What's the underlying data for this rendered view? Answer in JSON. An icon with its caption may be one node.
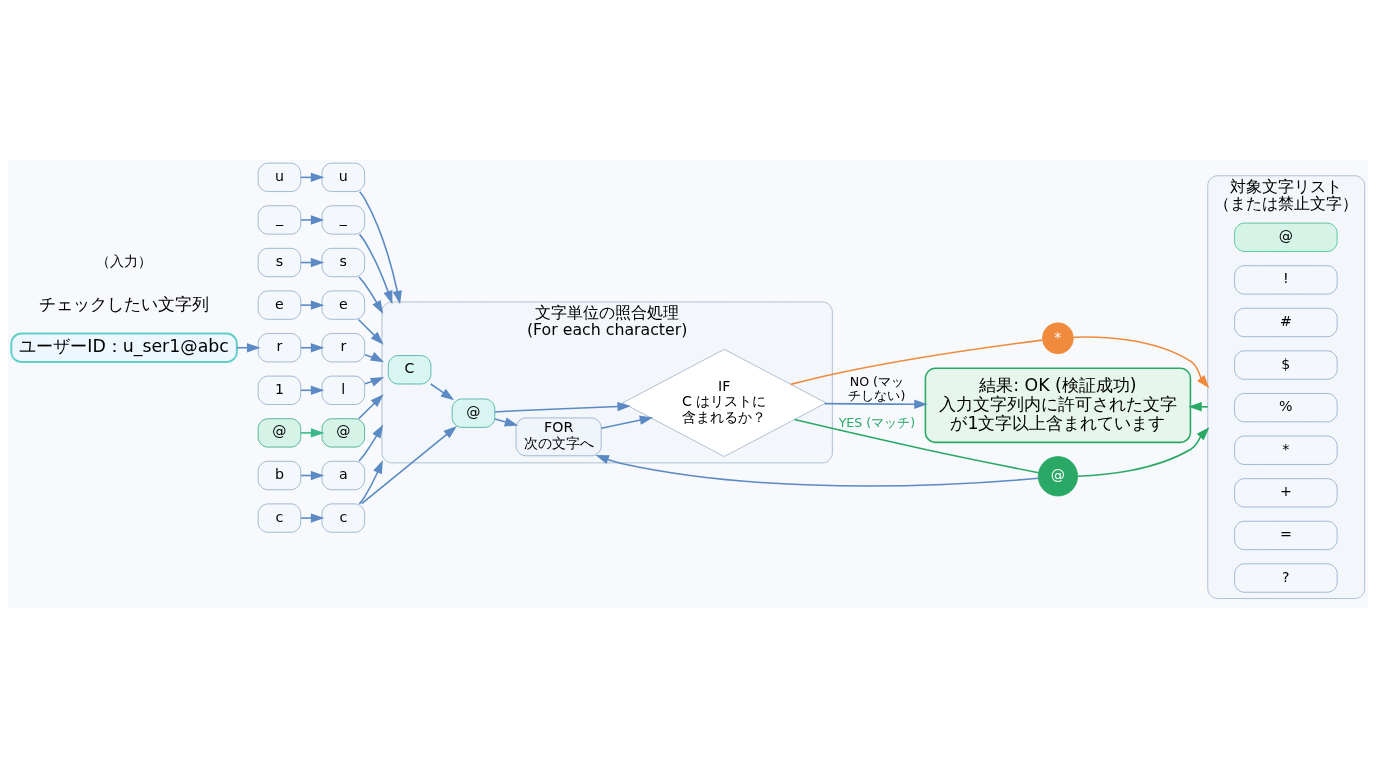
{
  "diagram": {
    "nodes": [
      {
        "text": [
          "ユーザーID：u_ser1@abc"
        ]
      },
      {
        "text": [
          "u"
        ]
      },
      {
        "text": [
          "_"
        ]
      },
      {
        "text": [
          "s"
        ]
      },
      {
        "text": [
          "e"
        ]
      },
      {
        "text": [
          "r"
        ]
      },
      {
        "text": [
          "1"
        ]
      },
      {
        "text": [
          "@"
        ]
      },
      {
        "text": [
          "b"
        ]
      },
      {
        "text": [
          "c"
        ]
      },
      {
        "text": [
          "u"
        ]
      },
      {
        "text": [
          "_"
        ]
      },
      {
        "text": [
          "s"
        ]
      },
      {
        "text": [
          "e"
        ]
      },
      {
        "text": [
          "r"
        ]
      },
      {
        "text": [
          "l"
        ]
      },
      {
        "text": [
          "@"
        ]
      },
      {
        "text": [
          "a"
        ]
      },
      {
        "text": [
          "c"
        ]
      },
      {
        "text": [
          "文字単位の照合処理",
          "(For each character)"
        ]
      },
      {
        "text": [
          "FOR",
          "次の文字へ"
        ],
        "in": 19
      },
      {
        "text": [
          "@"
        ],
        "in": 19
      },
      {
        "text": [
          "C"
        ],
        "in": 19
      },
      {
        "text": [
          "IF",
          "C はリストに含まれるか？"
        ],
        "in": 19
      },
      {
        "text": [
          "@"
        ]
      },
      {
        "text": [
          "*"
        ]
      },
      {
        "text": [
          "対象文字リスト",
          "（または禁止文字）"
        ]
      },
      {
        "text": [
          "@"
        ],
        "in": 26
      },
      {
        "text": [
          "!"
        ],
        "in": 26
      },
      {
        "text": [
          "#"
        ],
        "in": 26
      },
      {
        "text": [
          "$"
        ],
        "in": 26
      },
      {
        "text": [
          "%"
        ],
        "in": 26
      },
      {
        "text": [
          "*"
        ],
        "in": 26
      },
      {
        "text": [
          "+"
        ],
        "in": 26
      },
      {
        "text": [
          "="
        ],
        "in": 26
      },
      {
        "text": [
          "?"
        ],
        "in": 26
      },
      {
        "text": [
          "結果: OK (検証成功)",
          "入力文字列内に許可された文字が1文字以上含まれています"
        ]
      }
    ],
    "edges": [
      {
        "from": 0,
        "to": 5,
        "arrow": "to"
      },
      {
        "from": 1,
        "to": 10,
        "arrow": "to"
      },
      {
        "from": 2,
        "to": 11,
        "arrow": "to"
      },
      {
        "from": 3,
        "to": 12,
        "arrow": "to"
      },
      {
        "from": 4,
        "to": 13,
        "arrow": "to"
      },
      {
        "from": 5,
        "to": 14,
        "arrow": "to"
      },
      {
        "from": 6,
        "to": 15,
        "arrow": "to"
      },
      {
        "from": 7,
        "to": 16,
        "arrow": "to",
        "color": "#3bb98a"
      },
      {
        "from": 8,
        "to": 17,
        "arrow": "to"
      },
      {
        "from": 9,
        "to": 18,
        "arrow": "to"
      },
      {
        "from": 18,
        "to": 21,
        "arrow": "to"
      },
      {
        "from": 16,
        "to": 19,
        "arrow": "to"
      },
      {
        "from": 17,
        "to": 19,
        "arrow": "to"
      },
      {
        "from": 18,
        "to": 19,
        "arrow": "to"
      },
      {
        "from": 11,
        "to": 19,
        "arrow": "to"
      },
      {
        "from": 12,
        "to": 19,
        "arrow": "to"
      },
      {
        "from": 13,
        "to": 19,
        "arrow": "to"
      },
      {
        "from": 14,
        "to": 19,
        "arrow": "to"
      },
      {
        "from": 15,
        "to": 19,
        "arrow": "to"
      },
      {
        "from": 10,
        "to": 19,
        "arrow": "to"
      },
      {
        "from": 22,
        "to": 21,
        "arrow": "to"
      },
      {
        "from": 21,
        "to": 20,
        "arrow": "to"
      },
      {
        "from": 21,
        "to": 23,
        "arrow": "to"
      },
      {
        "from": 20,
        "to": 23,
        "arrow": "to"
      },
      {
        "from": 23,
        "to": 24,
        "arrow": "none",
        "label": "YES (マッチ)",
        "color": "#2aa866"
      },
      {
        "from": 24,
        "to": 26,
        "arrow": "to",
        "color": "#2aa866"
      },
      {
        "from": 24,
        "to": 20,
        "arrow": "to"
      },
      {
        "from": 23,
        "to": 25,
        "arrow": "none",
        "color": "#f08a3c"
      },
      {
        "from": 25,
        "to": 26,
        "arrow": "to",
        "color": "#f08a3c"
      },
      {
        "from": 23,
        "to": 36,
        "arrow": "to",
        "label": "NO (マッチしない)"
      },
      {
        "from": 26,
        "to": 36,
        "arrow": "to",
        "color": "#2aa866"
      }
    ],
    "labels": [
      "チェックしたい文字列",
      "（入力）"
    ]
  }
}
